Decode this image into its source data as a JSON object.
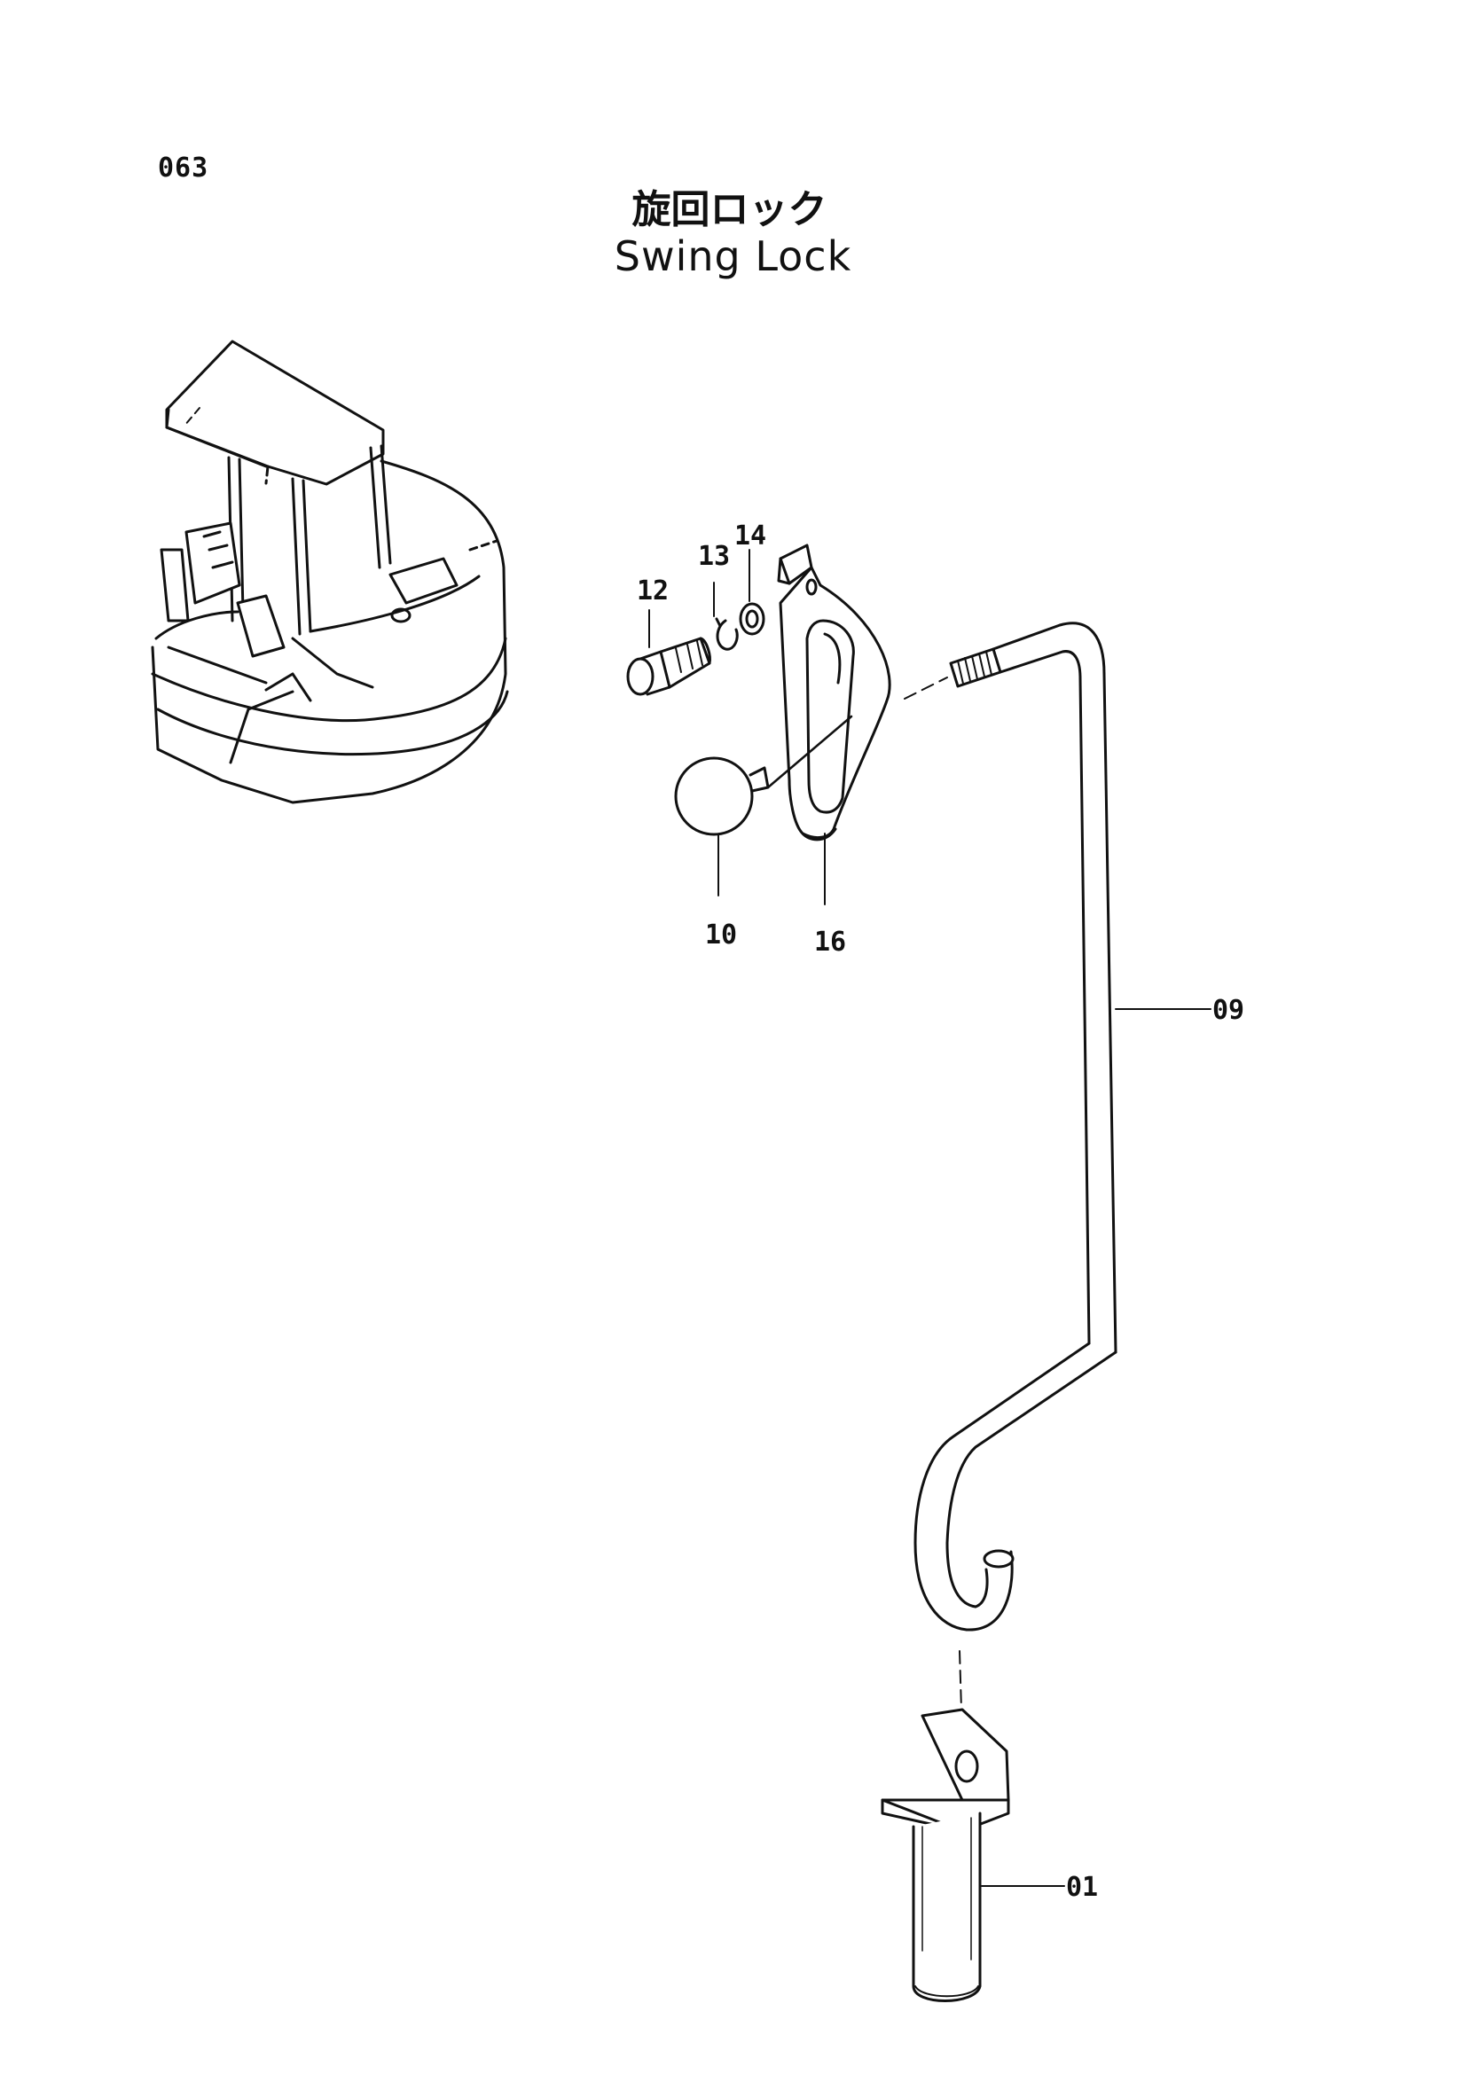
{
  "page": {
    "number": "063"
  },
  "title": {
    "japanese": "旋回ロック",
    "english": "Swing Lock"
  },
  "callouts": {
    "p01": "01",
    "p09": "09",
    "p10": "10",
    "p12": "12",
    "p13": "13",
    "p14": "14",
    "p16": "16"
  }
}
